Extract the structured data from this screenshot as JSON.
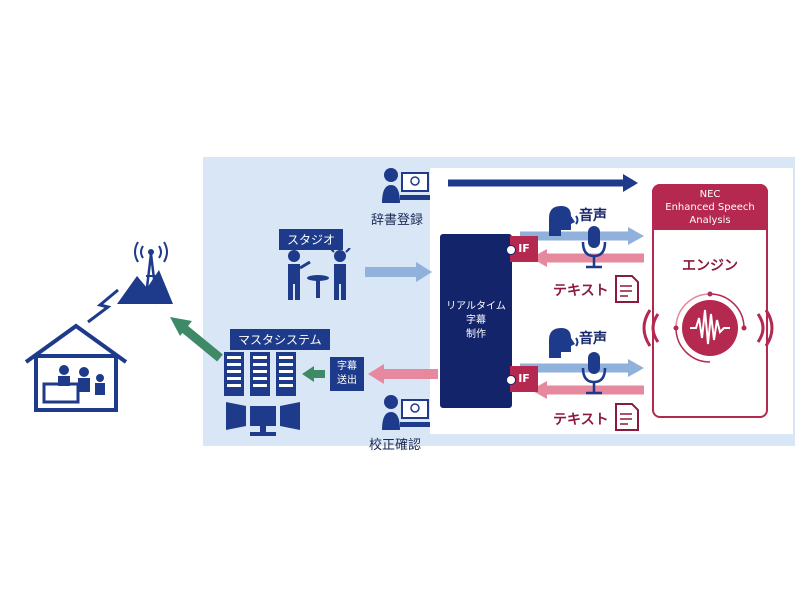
{
  "studio": {
    "label": "スタジオ"
  },
  "master_system": {
    "label": "マスタシステム"
  },
  "dictionary": {
    "label": "辞書登録"
  },
  "proofreading": {
    "label": "校正確認"
  },
  "subtitle_send": {
    "line1": "字幕",
    "line2": "送出"
  },
  "realtime": {
    "line1": "リアルタイム",
    "line2": "字幕",
    "line3": "制作"
  },
  "interfaces": {
    "top": "IF",
    "bottom": "IF"
  },
  "audio_top": {
    "label": "音声"
  },
  "text_top": {
    "label": "テキスト"
  },
  "audio_bottom": {
    "label": "音声"
  },
  "text_bottom": {
    "label": "テキスト"
  },
  "engine": {
    "line1": "NEC",
    "line2": "Enhanced Speech",
    "line3": "Analysis",
    "name": "エンジン"
  },
  "colors": {
    "navy": "#14246b",
    "light_blue_bg": "#d9e6f6",
    "crimson": "#b5284f",
    "arrow_blue": "#8fb1dc",
    "arrow_pink": "#e6889e",
    "arrow_green": "#3f8a66"
  }
}
